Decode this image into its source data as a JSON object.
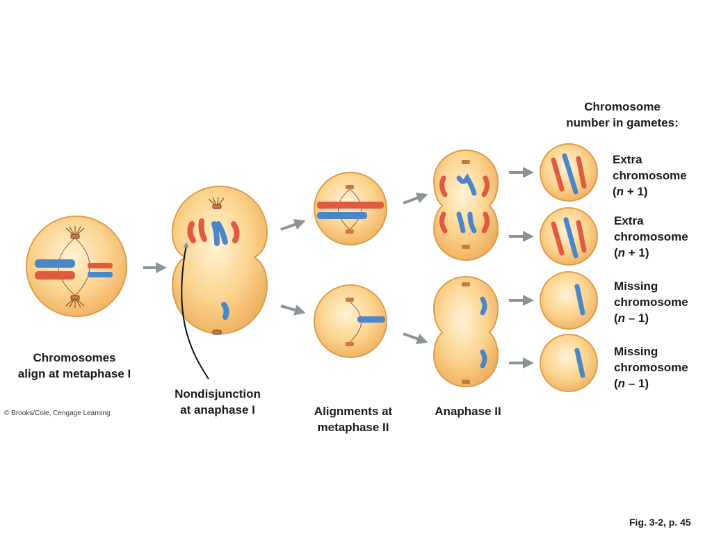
{
  "header": {
    "line1": "Chromosome",
    "line2": "number in gametes:"
  },
  "stages": {
    "metaphase1": {
      "line1": "Chromosomes",
      "line2": "align at metaphase I"
    },
    "nondisjunction": {
      "line1": "Nondisjunction",
      "line2": "at anaphase I"
    },
    "metaphase2": {
      "line1": "Alignments at",
      "line2": "metaphase II"
    },
    "anaphase2": {
      "line1": "Anaphase II"
    }
  },
  "gametes": [
    {
      "line1": "Extra",
      "line2": "chromosome",
      "open": "(",
      "n": "n",
      "rest": " + 1)"
    },
    {
      "line1": "Extra",
      "line2": "chromosome",
      "open": "(",
      "n": "n",
      "rest": " + 1)"
    },
    {
      "line1": "Missing",
      "line2": "chromosome",
      "open": "(",
      "n": "n",
      "rest": " – 1)"
    },
    {
      "line1": "Missing",
      "line2": "chromosome",
      "open": "(",
      "n": "n",
      "rest": " – 1)"
    }
  ],
  "credit": "© Brooks/Cole, Cengage Learning",
  "figure_ref": "Fig. 3-2, p. 45",
  "colors": {
    "cell_fill": "#fbd08a",
    "cell_edge": "#e0a14c",
    "maternal": "#e05a40",
    "paternal": "#4a86c8",
    "arrow": "#8a9498",
    "spindle": "#6b3a1a"
  }
}
